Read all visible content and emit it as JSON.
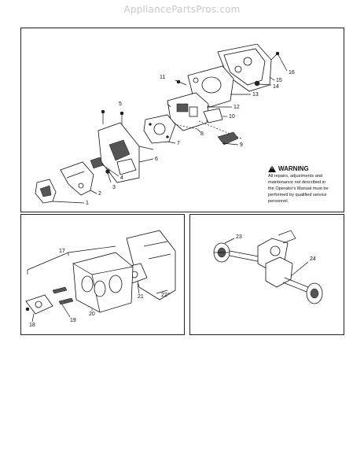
{
  "site": {
    "watermark": "AppliancePartsPros.com"
  },
  "warning": {
    "title": "WARNING",
    "lines": [
      "All repairs, adjustments and",
      "maintenance not described in",
      "the Operator's Manual must be",
      "performed by qualified service",
      "personnel."
    ]
  },
  "callouts": {
    "c1": "1",
    "c2": "2",
    "c3": "3",
    "c4": "4",
    "c5": "5",
    "c6": "6",
    "c7": "7",
    "c8": "8",
    "c9": "9",
    "c10": "10",
    "c11": "11",
    "c12": "12",
    "c13": "13",
    "c14": "14",
    "c15": "15",
    "c16": "16",
    "c17": "17",
    "c18": "18",
    "c19": "19",
    "c20": "20",
    "c21": "21",
    "c22": "22",
    "c23": "23",
    "c24": "24"
  },
  "icons": {
    "warning": "warning-triangle-icon"
  }
}
